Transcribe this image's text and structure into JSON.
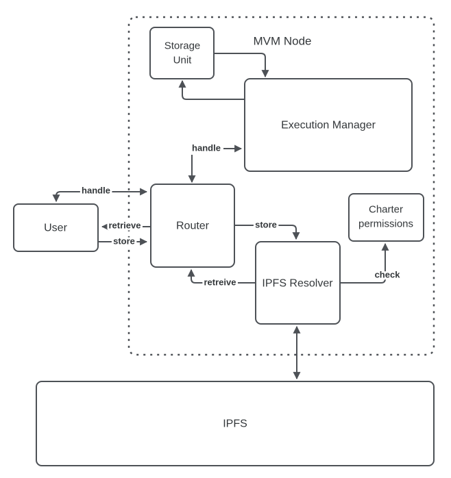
{
  "diagram": {
    "container": {
      "label": "MVM Node"
    },
    "colors": {
      "stroke": "#4d5156",
      "text": "#33373a",
      "background": "#ffffff",
      "node_fill": "#ffffff"
    },
    "nodes": {
      "storage_unit": {
        "lines": [
          "Storage",
          "Unit"
        ]
      },
      "execution_manager": {
        "label": "Execution Manager"
      },
      "router": {
        "label": "Router"
      },
      "user": {
        "label": "User"
      },
      "ipfs_resolver": {
        "label": "IPFS Resolver"
      },
      "charter_permissions": {
        "lines": [
          "Charter",
          "permissions"
        ]
      },
      "ipfs": {
        "label": "IPFS"
      }
    },
    "edges": [
      {
        "from": "storage-unit",
        "to": "execution-manager",
        "label": "",
        "direction": "forward"
      },
      {
        "from": "execution-manager",
        "to": "storage-unit",
        "label": "",
        "direction": "forward"
      },
      {
        "from": "router",
        "to": "execution-manager",
        "label": "handle",
        "direction": "both"
      },
      {
        "from": "router",
        "to": "user",
        "label": "handle",
        "direction": "both"
      },
      {
        "from": "router",
        "to": "user",
        "label": "retrieve",
        "direction": "forward"
      },
      {
        "from": "user",
        "to": "router",
        "label": "store",
        "direction": "forward"
      },
      {
        "from": "router",
        "to": "ipfs-resolver",
        "label": "store",
        "direction": "forward"
      },
      {
        "from": "ipfs-resolver",
        "to": "router",
        "label": "retreive",
        "direction": "forward"
      },
      {
        "from": "ipfs-resolver",
        "to": "charter-permissions",
        "label": "check",
        "direction": "forward"
      },
      {
        "from": "ipfs-resolver",
        "to": "ipfs",
        "label": "",
        "direction": "both"
      }
    ]
  }
}
